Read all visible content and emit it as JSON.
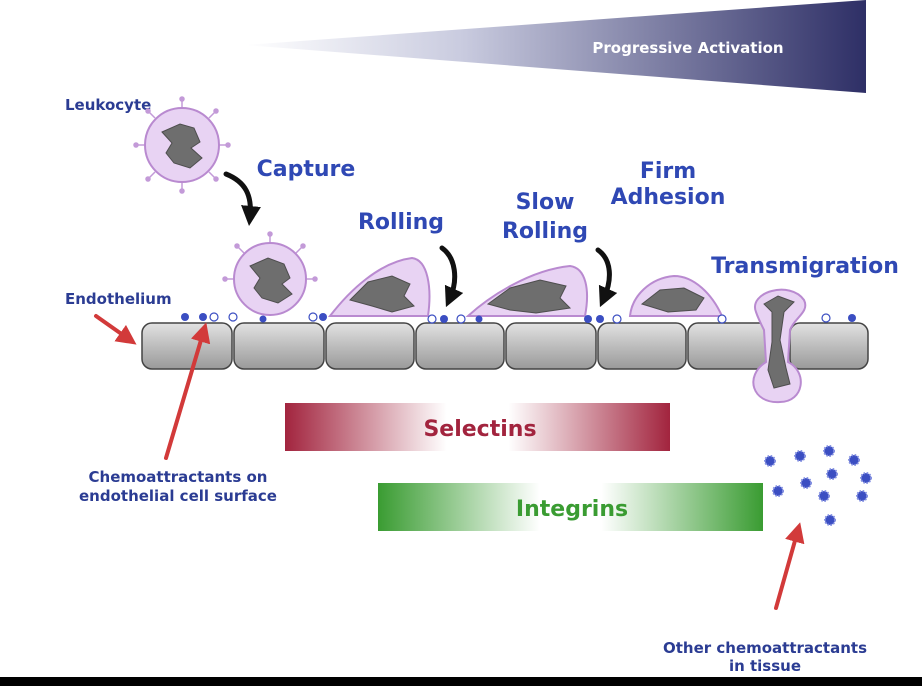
{
  "header": {
    "activation_label": "Progressive Activation"
  },
  "labels": {
    "leukocyte": "Leukocyte",
    "endothelium": "Endothelium",
    "chemo_surface_line1": "Chemoattractants on",
    "chemo_surface_line2": "endothelial cell surface",
    "other_chemo_line1": "Other chemoattractants",
    "other_chemo_line2": "in tissue"
  },
  "stages": {
    "capture": "Capture",
    "rolling": "Rolling",
    "slow_rolling_line1": "Slow",
    "slow_rolling_line2": "Rolling",
    "firm_adhesion_line1": "Firm",
    "firm_adhesion_line2": "Adhesion",
    "transmigration": "Transmigration"
  },
  "bars": {
    "selectins": "Selectins",
    "integrins": "Integrins"
  },
  "colors": {
    "activation_dark": "#33336b",
    "stage_text": "#2f48b4",
    "label_text": "#2b3c93",
    "cell_membrane": "#d7b5ea",
    "cell_nucleus": "#6e6e6e",
    "selectins_red": "#a2243e",
    "integrins_green": "#3a9c32",
    "pointer_red": "#d23a3a",
    "chemokine_blue": "#3b4ec2"
  }
}
